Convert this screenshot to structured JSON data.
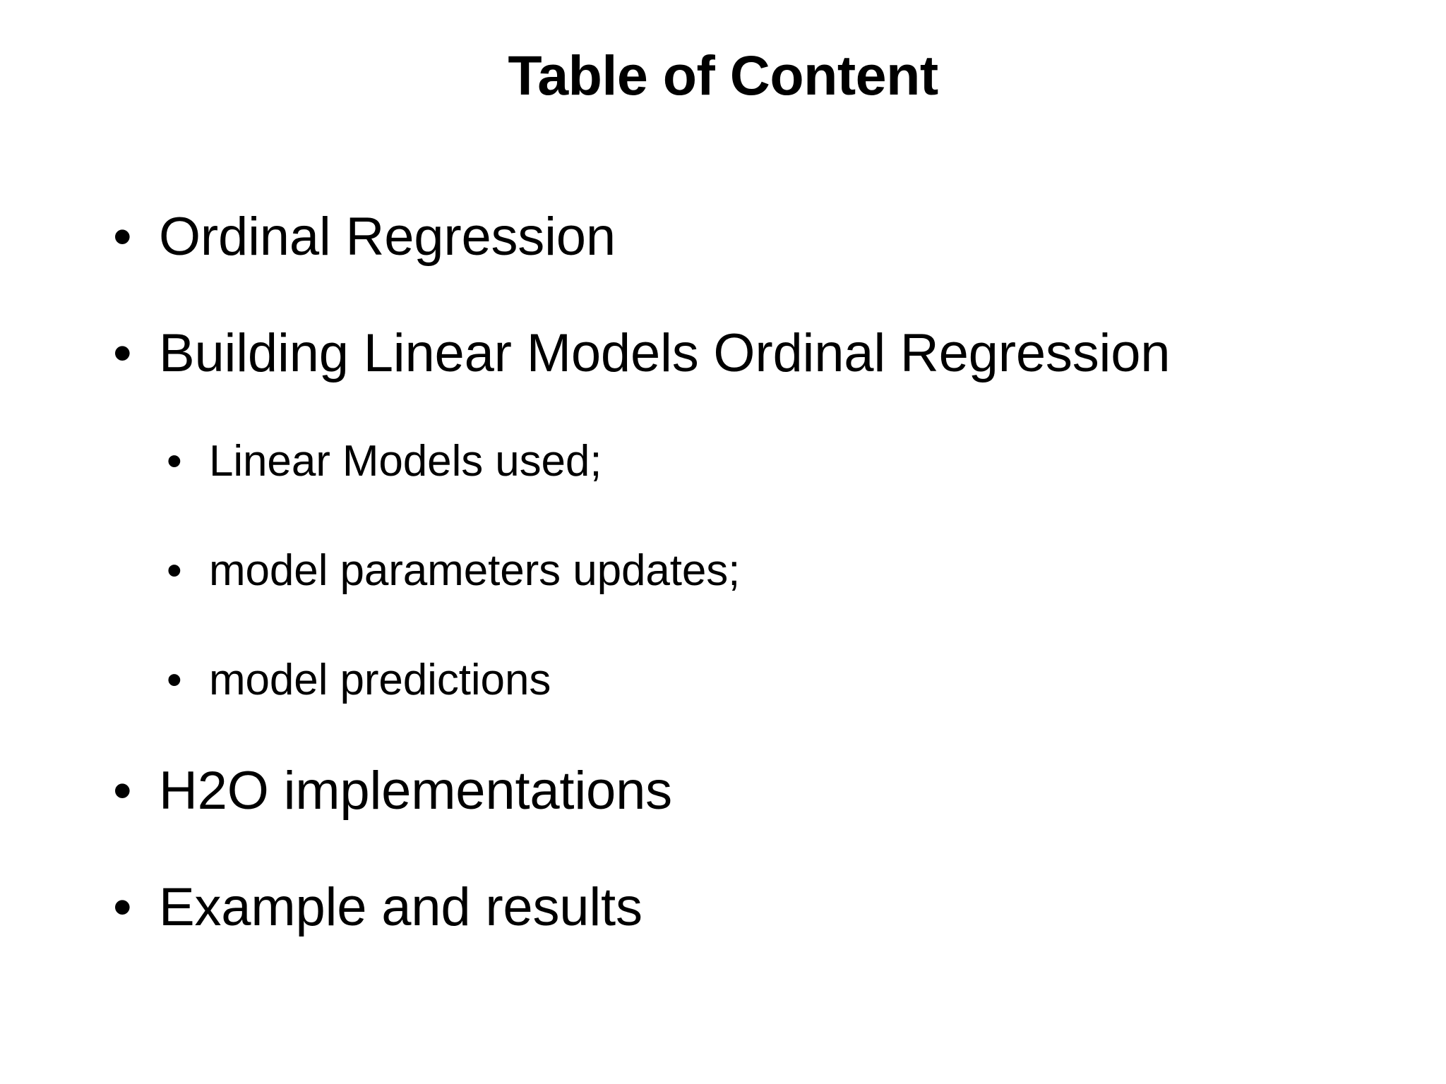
{
  "slide": {
    "title": "Table of Content",
    "background_color": "#ffffff",
    "text_color": "#000000",
    "bullet_glyph": "•",
    "items": [
      {
        "level": 1,
        "label": "Ordinal Regression"
      },
      {
        "level": 1,
        "label": "Building Linear Models Ordinal Regression"
      },
      {
        "level": 2,
        "label": "Linear Models used;"
      },
      {
        "level": 2,
        "label": "model parameters updates;"
      },
      {
        "level": 2,
        "label": "model predictions"
      },
      {
        "level": 1,
        "label": "H2O implementations"
      },
      {
        "level": 1,
        "label": "Example and results"
      }
    ]
  }
}
